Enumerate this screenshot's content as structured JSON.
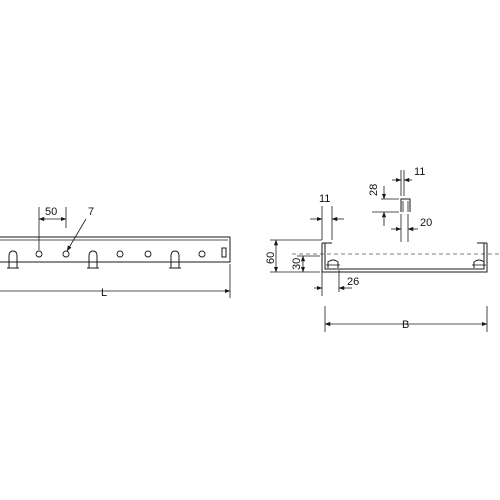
{
  "drawing": {
    "side_view": {
      "dim_spacing": "50",
      "dim_hole": "7",
      "dim_length": "L"
    },
    "cross_section": {
      "dim_flange_width": "11",
      "dim_height": "60",
      "dim_inner_height": "30",
      "dim_foot": "26",
      "dim_width": "B"
    },
    "detail": {
      "dim_top": "11",
      "dim_depth": "28",
      "dim_bottom": "20"
    }
  }
}
